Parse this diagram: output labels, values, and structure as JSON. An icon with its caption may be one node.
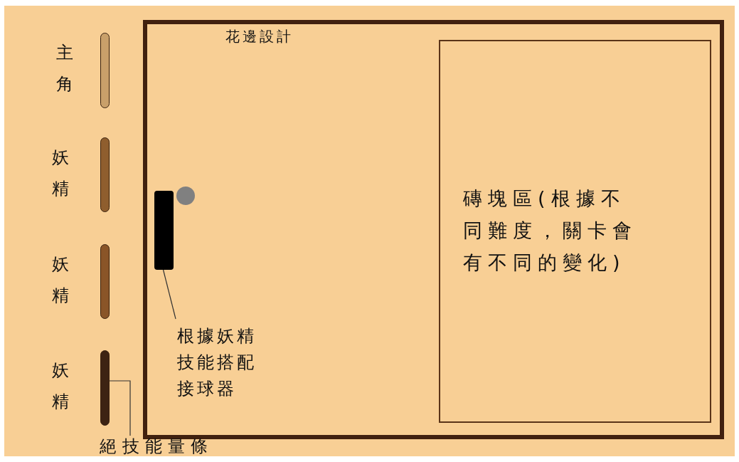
{
  "diagram": {
    "nodes": [
      {
        "text": [
          "花邊設計"
        ]
      },
      {
        "text": [
          "磚塊區(根據不同難度，關卡會有不同的變化)"
        ],
        "in": 0
      },
      {
        "text": [],
        "shape": "bar",
        "in": 0
      },
      {
        "text": [
          "根據妖精技能搭配接球器"
        ],
        "in": 0
      },
      {
        "text": [],
        "shape": "bar",
        "beside": [
          "主角"
        ]
      },
      {
        "text": [],
        "shape": "bar",
        "beside": [
          "妖精"
        ]
      },
      {
        "text": [],
        "shape": "bar",
        "beside": [
          "妖精"
        ]
      },
      {
        "text": [],
        "shape": "bar",
        "beside": [
          "妖精"
        ]
      },
      {
        "text": [
          "絕技能量條"
        ]
      }
    ],
    "edges": [
      {
        "from": 3,
        "to": 2,
        "arrow": "none"
      },
      {
        "from": 8,
        "to": 7,
        "arrow": "none"
      }
    ]
  }
}
